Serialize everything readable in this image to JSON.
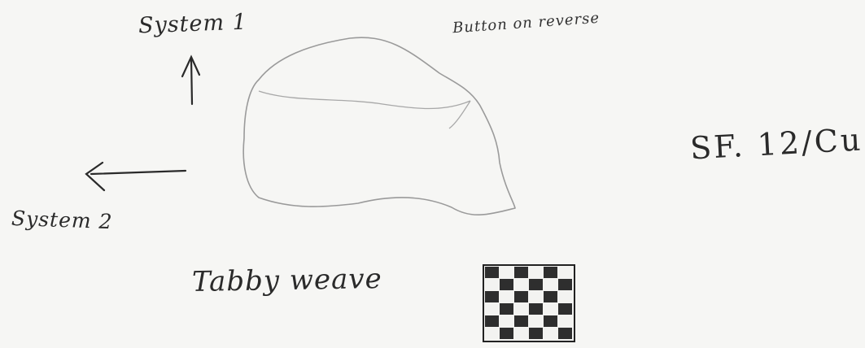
{
  "labels": {
    "system1": "System 1",
    "system2": "System 2",
    "button_note": "Button on reverse",
    "small_find": "SF. 12/Cu",
    "weave": "Tabby weave"
  },
  "colors": {
    "paper": "#f6f6f4",
    "ink": "#2a2a2a",
    "pencil_outline": "#9a9a9a"
  },
  "icons": {
    "arrow_up": "arrow-up-icon",
    "arrow_left": "arrow-left-icon",
    "checkerboard": "tabby-weave-checkerboard"
  }
}
